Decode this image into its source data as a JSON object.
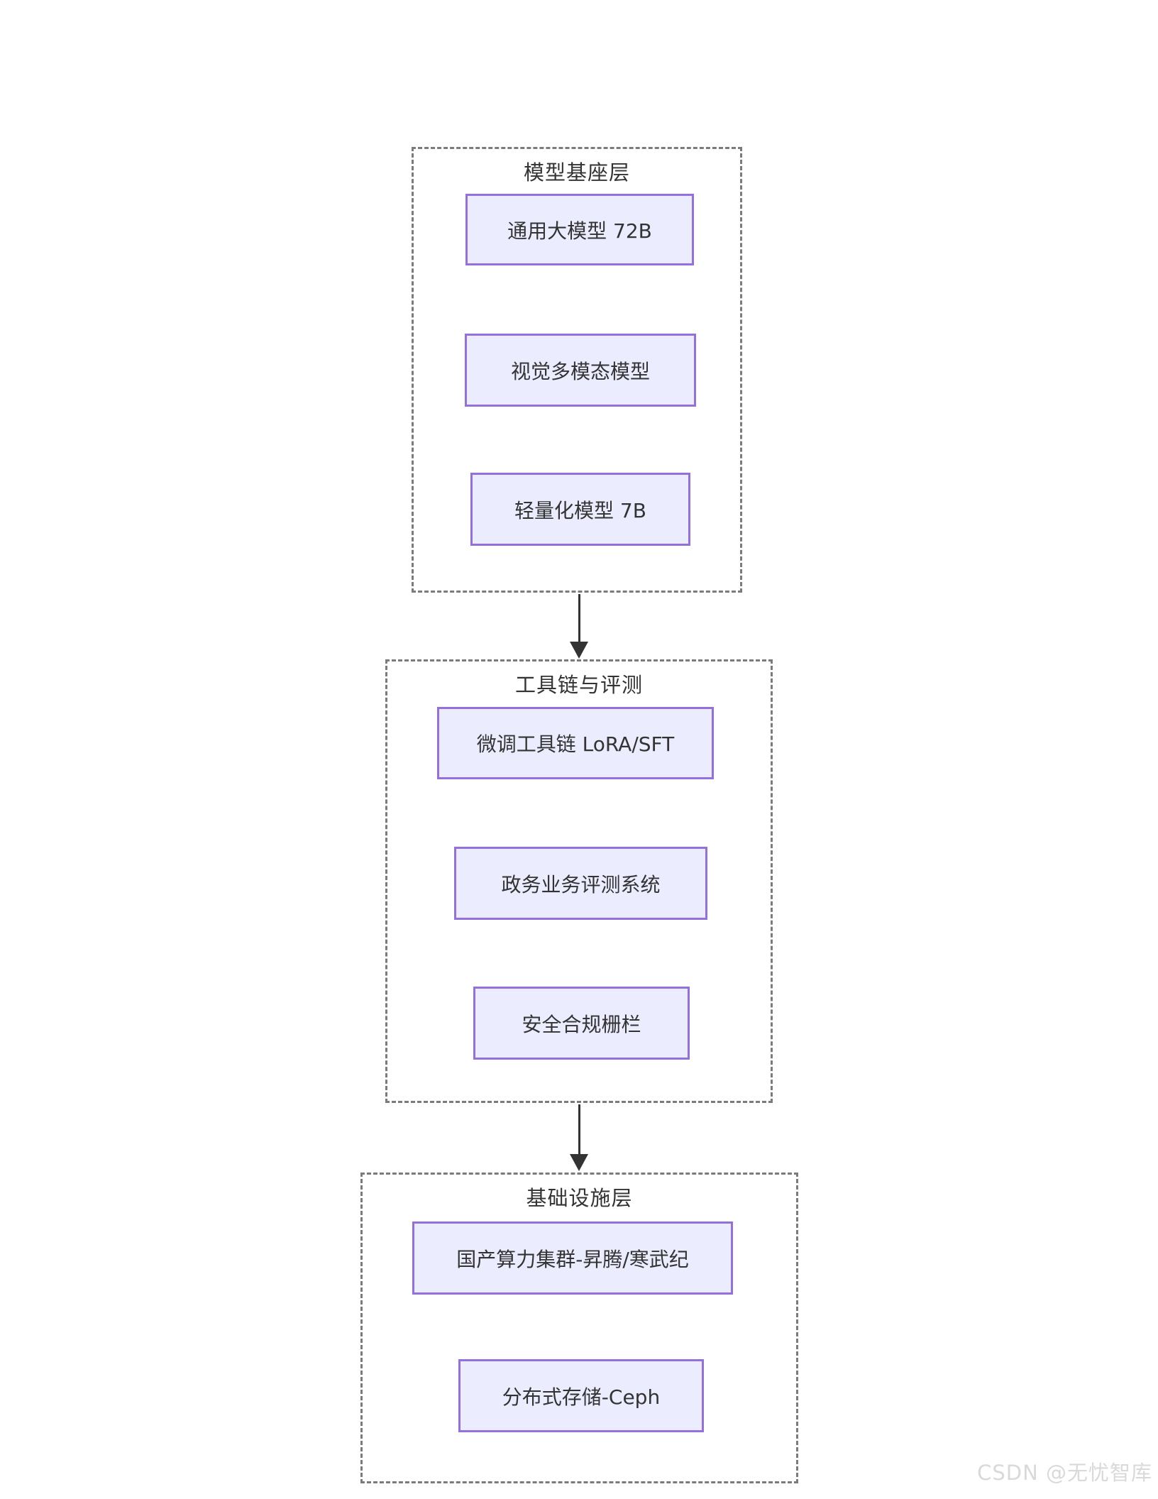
{
  "diagram": {
    "clusters": [
      {
        "title": "模型基座层",
        "nodes": [
          "通用大模型 72B",
          "视觉多模态模型",
          "轻量化模型 7B"
        ]
      },
      {
        "title": "工具链与评测",
        "nodes": [
          "微调工具链 LoRA/SFT",
          "政务业务评测系统",
          "安全合规栅栏"
        ]
      },
      {
        "title": "基础设施层",
        "nodes": [
          "国产算力集群-昇腾/寒武纪",
          "分布式存储-Ceph"
        ]
      }
    ],
    "colors": {
      "node_fill": "#ECECFF",
      "node_border": "#9370DB",
      "cluster_border": "#7B7B7B",
      "text": "#333333",
      "arrow": "#333333"
    }
  },
  "watermark": {
    "text": "CSDN @无忧智库"
  }
}
